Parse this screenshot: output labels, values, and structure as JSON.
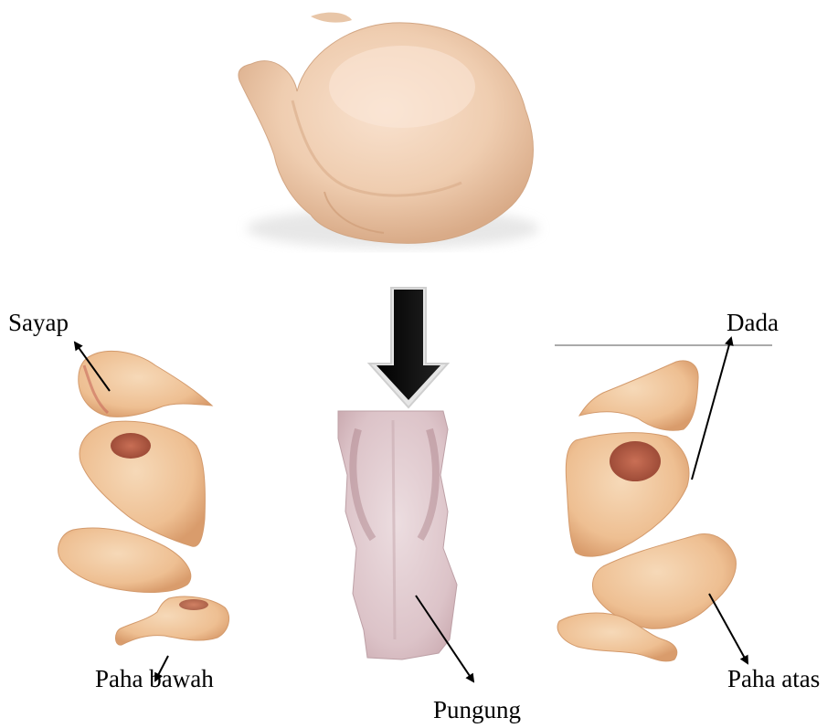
{
  "labels": {
    "sayap": "Sayap",
    "dada": "Dada",
    "paha_bawah": "Paha bawah",
    "paha_atas": "Paha atas",
    "pungung": "Pungung"
  },
  "colors": {
    "skin_light": "#f4d3b4",
    "skin_mid": "#eab98f",
    "skin_shadow": "#cf9a72",
    "meat_red": "#b8614a",
    "back_pink": "#e2c9cf",
    "arrow_fill": "#000000"
  }
}
